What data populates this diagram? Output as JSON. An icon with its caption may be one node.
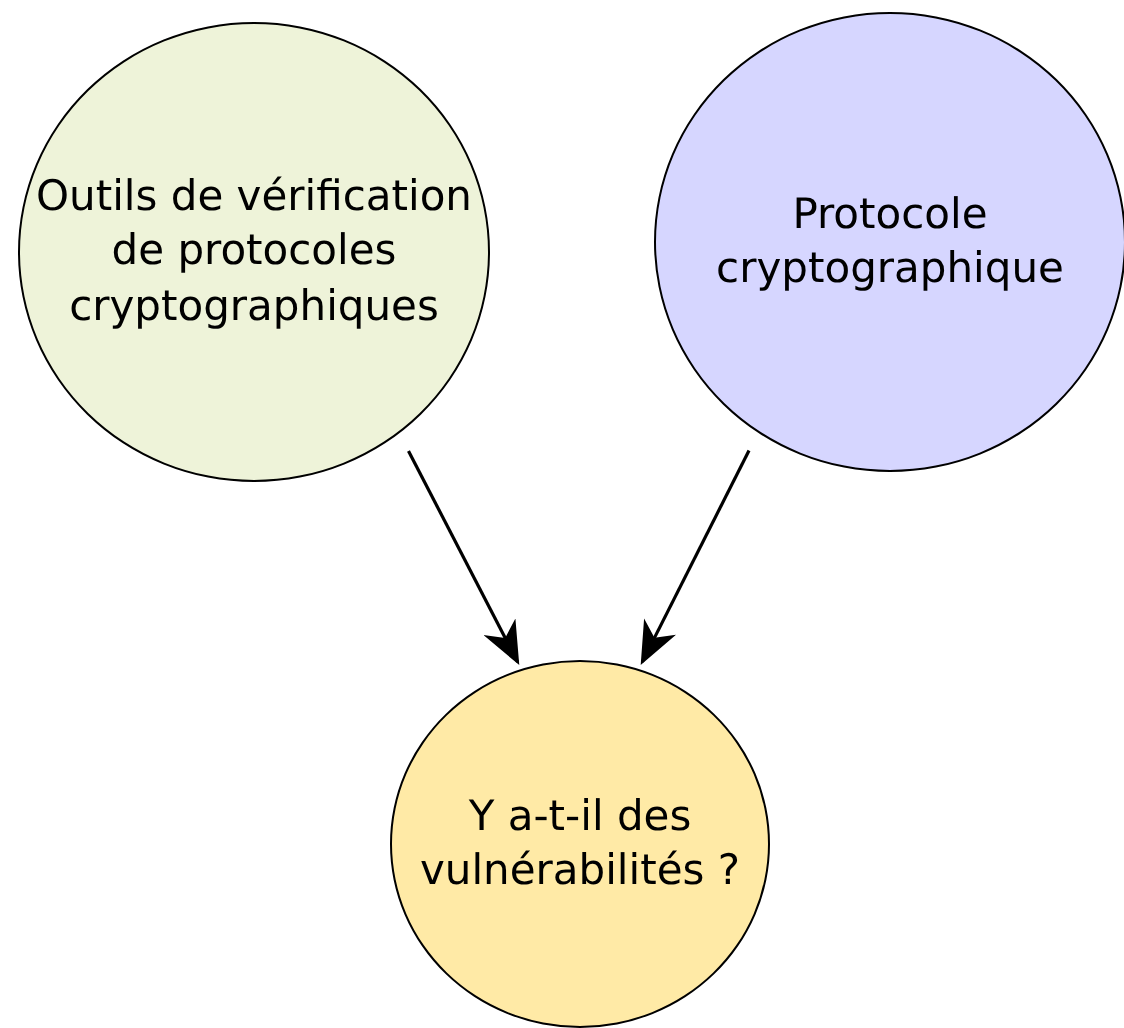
{
  "diagram": {
    "nodes": [
      {
        "text": [
          "Outils de vérification de protocoles cryptographiques"
        ]
      },
      {
        "text": [
          "Protocole cryptographique"
        ]
      },
      {
        "text": [
          "Y a-t-il des vulnérabilités ?"
        ]
      }
    ],
    "edges": [
      {
        "from": 0,
        "to": 2,
        "arrow": "to"
      },
      {
        "from": 1,
        "to": 2,
        "arrow": "to"
      }
    ]
  }
}
